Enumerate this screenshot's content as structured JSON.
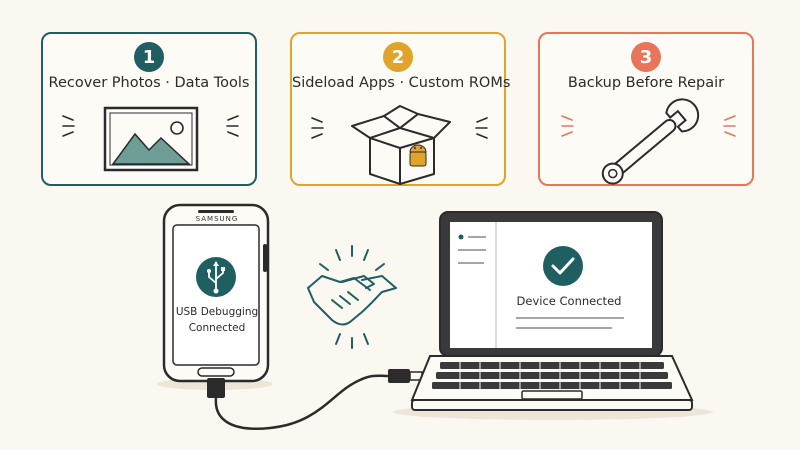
{
  "cards": [
    {
      "number": "1",
      "label": "Recover Photos · Data Tools",
      "icon": "photo-icon",
      "color": "#1f5f62"
    },
    {
      "number": "2",
      "label": "Sideload Apps · Custom ROMs",
      "icon": "app-box-icon",
      "color": "#e0a42a"
    },
    {
      "number": "3",
      "label": "Backup Before Repair",
      "icon": "wrench-icon",
      "color": "#e8745a"
    }
  ],
  "phone": {
    "brand": "SAMSUNG",
    "status_line1": "USB Debugging",
    "status_line2": "Connected",
    "icon": "usb-icon"
  },
  "laptop": {
    "status": "Device Connected",
    "icon": "checkmark-icon"
  },
  "connector_icon": "handshake-icon",
  "colors": {
    "teal": "#1f5f62",
    "yellow": "#e0a42a",
    "coral": "#e8745a",
    "background": "#fbf8f1"
  }
}
